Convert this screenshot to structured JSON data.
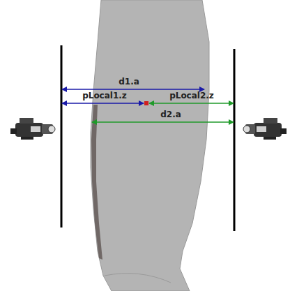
{
  "diagram": {
    "labels": [
      "d1.a",
      "pLocal1.z",
      "pLocal2.z",
      "d2.a"
    ]
  }
}
